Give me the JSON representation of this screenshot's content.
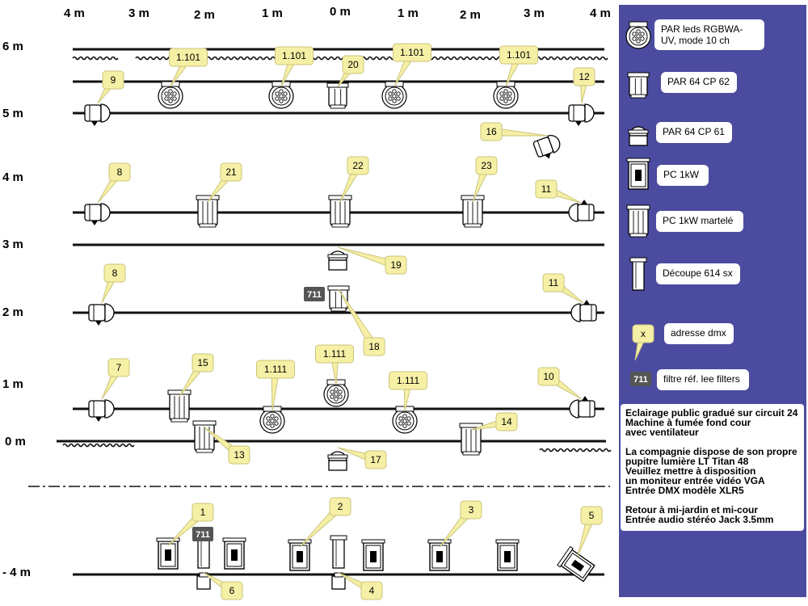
{
  "x_axis_labels": [
    "4 m",
    "3 m",
    "2 m",
    "1 m",
    "0 m",
    "1 m",
    "2 m",
    "3 m",
    "4 m"
  ],
  "y_axis_labels": [
    "6 m",
    "5 m",
    "4 m",
    "3 m",
    "2 m",
    "1 m",
    "0 m",
    "- 4 m"
  ],
  "colors": {
    "legend_panel": "#4b4b9f",
    "callout": "#f6f0a6",
    "callout_border": "#cbc47c",
    "filter_tag": "#555555",
    "pipe": "#111111"
  },
  "fixtures": [
    {
      "type": "par-led",
      "callout": "1.101"
    },
    {
      "type": "par-led",
      "callout": "1.101"
    },
    {
      "type": "par-led",
      "callout": "1.101"
    },
    {
      "type": "par-led",
      "callout": "1.101"
    },
    {
      "type": "par64-cp62",
      "callout": "20"
    },
    {
      "type": "par64-cp61-side",
      "callout": "9"
    },
    {
      "type": "par64-cp61-side",
      "callout": "12"
    },
    {
      "type": "par64-cp61-side",
      "callout": "16"
    },
    {
      "type": "par64-cp61-side",
      "callout": "8"
    },
    {
      "type": "pc-martele",
      "callout": "21"
    },
    {
      "type": "pc-martele",
      "callout": "22"
    },
    {
      "type": "pc-martele",
      "callout": "23"
    },
    {
      "type": "par64-cp61-side",
      "callout": "11"
    },
    {
      "type": "par64-cp61",
      "callout": "19"
    },
    {
      "type": "par64-cp61-side",
      "callout": "8"
    },
    {
      "type": "par64-cp62",
      "callout": "18",
      "filter": "711"
    },
    {
      "type": "par64-cp61-side",
      "callout": "11"
    },
    {
      "type": "par64-cp61-side",
      "callout": "7"
    },
    {
      "type": "pc-martele",
      "callout": "15"
    },
    {
      "type": "par-led",
      "callout": "1.111"
    },
    {
      "type": "par-led",
      "callout": "1.111"
    },
    {
      "type": "par-led",
      "callout": "1.111"
    },
    {
      "type": "par64-cp61-side",
      "callout": "10"
    },
    {
      "type": "pc-martele",
      "callout": "13"
    },
    {
      "type": "pc-martele",
      "callout": "14"
    },
    {
      "type": "par64-cp61",
      "callout": "17"
    },
    {
      "type": "pc-1kw",
      "callout": "1"
    },
    {
      "type": "pc-1kw",
      "callout": ""
    },
    {
      "type": "decoupe",
      "callout": "",
      "filter": "711"
    },
    {
      "type": "decoupe-foot",
      "callout": "6"
    },
    {
      "type": "pc-1kw",
      "callout": "2"
    },
    {
      "type": "pc-1kw",
      "callout": ""
    },
    {
      "type": "decoupe",
      "callout": ""
    },
    {
      "type": "decoupe-foot",
      "callout": "4"
    },
    {
      "type": "pc-1kw",
      "callout": "3"
    },
    {
      "type": "pc-1kw",
      "callout": ""
    },
    {
      "type": "pc-1kw-tilted",
      "callout": "5"
    }
  ],
  "legend": [
    {
      "icon": "par-led",
      "label": "PAR leds RGBWA-UV, mode 10 ch"
    },
    {
      "icon": "par64-cp62",
      "label": "PAR 64 CP 62"
    },
    {
      "icon": "par64-cp61",
      "label": "PAR 64 CP 61"
    },
    {
      "icon": "pc-1kw",
      "label": "PC 1kW"
    },
    {
      "icon": "pc-martele",
      "label": "PC 1kW martelé"
    },
    {
      "icon": "decoupe",
      "label": "Découpe 614 sx"
    },
    {
      "icon": "callout",
      "symbol": "x",
      "label": "adresse dmx"
    },
    {
      "icon": "filter",
      "symbol": "711",
      "label": "filtre réf. lee filters"
    }
  ],
  "notes": [
    "Eclairage public gradué sur circuit 24\nMachine à fumée fond cour\navec ventilateur",
    "La compagnie dispose de son propre\npupitre lumière LT Titan 48\nVeuillez mettre à disposition\nun moniteur entrée vidéo VGA\nEntrée DMX modèle XLR5",
    "Retour à mi-jardin et mi-cour\nEntrée audio stéréo Jack 3.5mm"
  ]
}
